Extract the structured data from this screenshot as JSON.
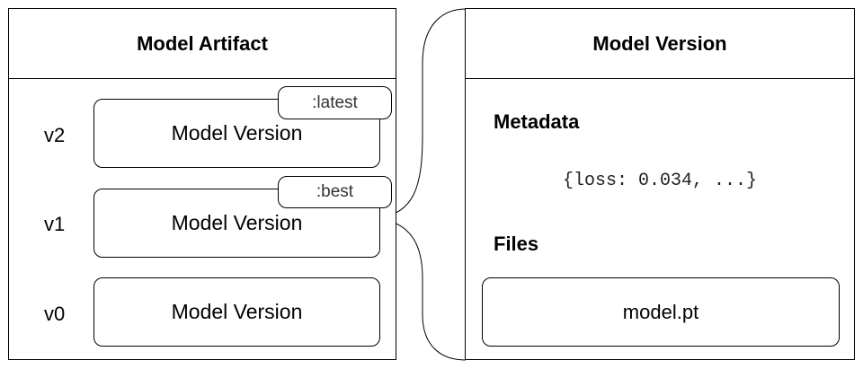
{
  "artifact_panel": {
    "title": "Model Artifact",
    "versions": [
      {
        "label": "v2",
        "box_text": "Model Version",
        "alias": ":latest"
      },
      {
        "label": "v1",
        "box_text": "Model Version",
        "alias": ":best"
      },
      {
        "label": "v0",
        "box_text": "Model Version"
      }
    ]
  },
  "version_panel": {
    "title": "Model Version",
    "metadata_heading": "Metadata",
    "metadata_value": "{loss: 0.034, ...}",
    "files_heading": "Files",
    "file_name": "model.pt"
  }
}
